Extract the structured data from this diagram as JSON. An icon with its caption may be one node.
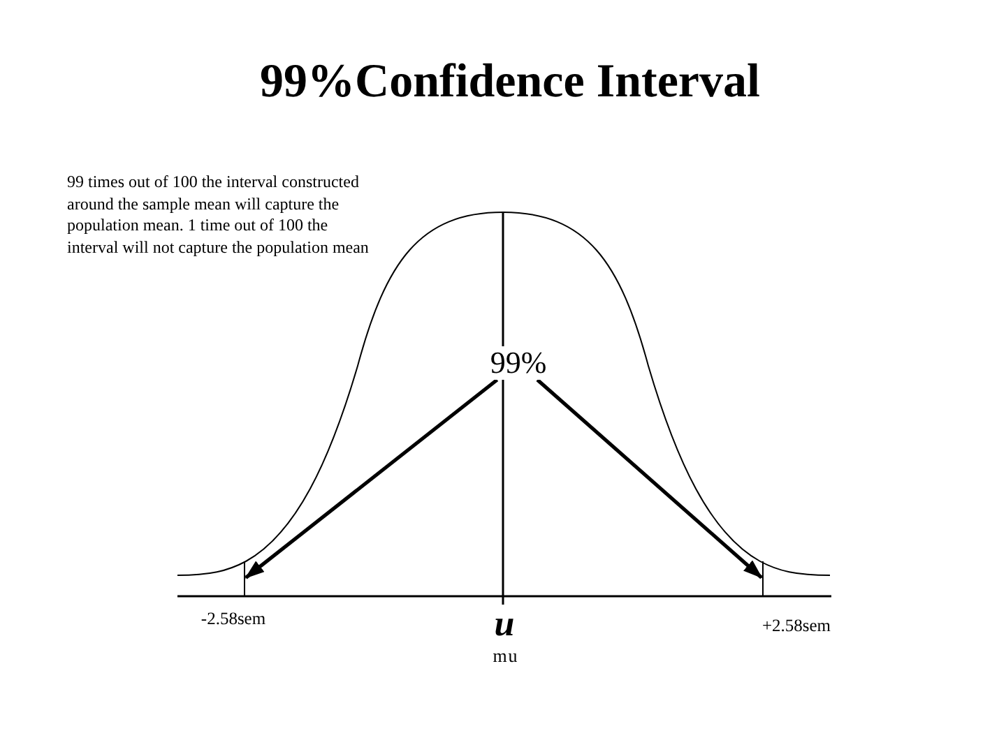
{
  "diagram": {
    "title": "99%Confidence Interval",
    "nodes": [
      {
        "text": [
          "99%"
        ]
      },
      {
        "text": [],
        "shape": "line"
      },
      {
        "text": [],
        "shape": "line"
      }
    ],
    "edges": [
      {
        "from": 0,
        "to": 1,
        "arrow": "to"
      },
      {
        "from": 0,
        "to": 2,
        "arrow": "to"
      }
    ],
    "labels": [
      "99 times out of 100 the interval constructed around the sample mean will capture the population mean. 1 time out of 100 the interval will not capture the population mean",
      "-2.58sem",
      "u",
      "+2.58sem",
      "mu"
    ]
  }
}
